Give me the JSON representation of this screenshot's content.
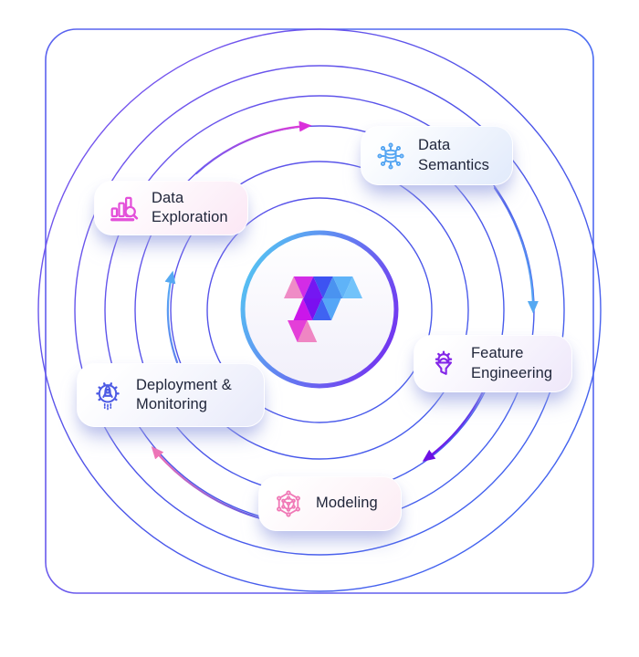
{
  "page": {
    "type": "ml-lifecycle-orbit-diagram",
    "background": "#ffffff"
  },
  "center": {
    "logo": "triangle-f-logo",
    "ring_gradient": [
      "#55c4f2",
      "#7430f0"
    ],
    "fill": "#ffffff"
  },
  "orbits": {
    "count": 6,
    "stroke_gradient": [
      "#8556f0",
      "#4d53e8",
      "#3f6af2"
    ]
  },
  "cards": [
    {
      "id": "data-semantics",
      "lines": [
        "Data",
        "Semantics"
      ],
      "icon": "database-network-icon",
      "accent": "#54a5f2"
    },
    {
      "id": "feature-engineering",
      "lines": [
        "Feature",
        "Engineering"
      ],
      "icon": "funnel-gear-icon",
      "accent": "#8326e8"
    },
    {
      "id": "modeling",
      "lines": [
        "Modeling"
      ],
      "icon": "cube-hexagon-icon",
      "accent": "#f078b6"
    },
    {
      "id": "deployment-monitoring",
      "lines": [
        "Deployment &",
        "Monitoring"
      ],
      "icon": "rocket-gear-icon",
      "accent": "#4d5be4"
    },
    {
      "id": "data-exploration",
      "lines": [
        "Data",
        "Exploration"
      ],
      "icon": "bar-chart-magnifier-icon",
      "accent": "#e34fd9"
    }
  ],
  "flow": {
    "direction": "clockwise",
    "arrows": [
      {
        "from": "data-exploration",
        "to": "data-semantics",
        "head_color": "#da30da"
      },
      {
        "from": "data-semantics",
        "to": "feature-engineering",
        "head_color": "#55a9f2"
      },
      {
        "from": "feature-engineering",
        "to": "modeling",
        "head_color": "#6d10e4"
      },
      {
        "from": "modeling",
        "to": "deployment-monitoring",
        "head_color": "#ef74b6"
      },
      {
        "from": "deployment-monitoring",
        "to": "data-exploration",
        "head_color": "#55a9f2"
      }
    ]
  },
  "logo_colors": [
    "#ef8cc6",
    "#d32ce6",
    "#7517f2",
    "#3d53f2",
    "#4a93f0",
    "#5fb3f8",
    "#72c3fa",
    "#cb16ea",
    "#7a10f0",
    "#3f63f2",
    "#55a6f7",
    "#e43fd8",
    "#ef86c3"
  ]
}
